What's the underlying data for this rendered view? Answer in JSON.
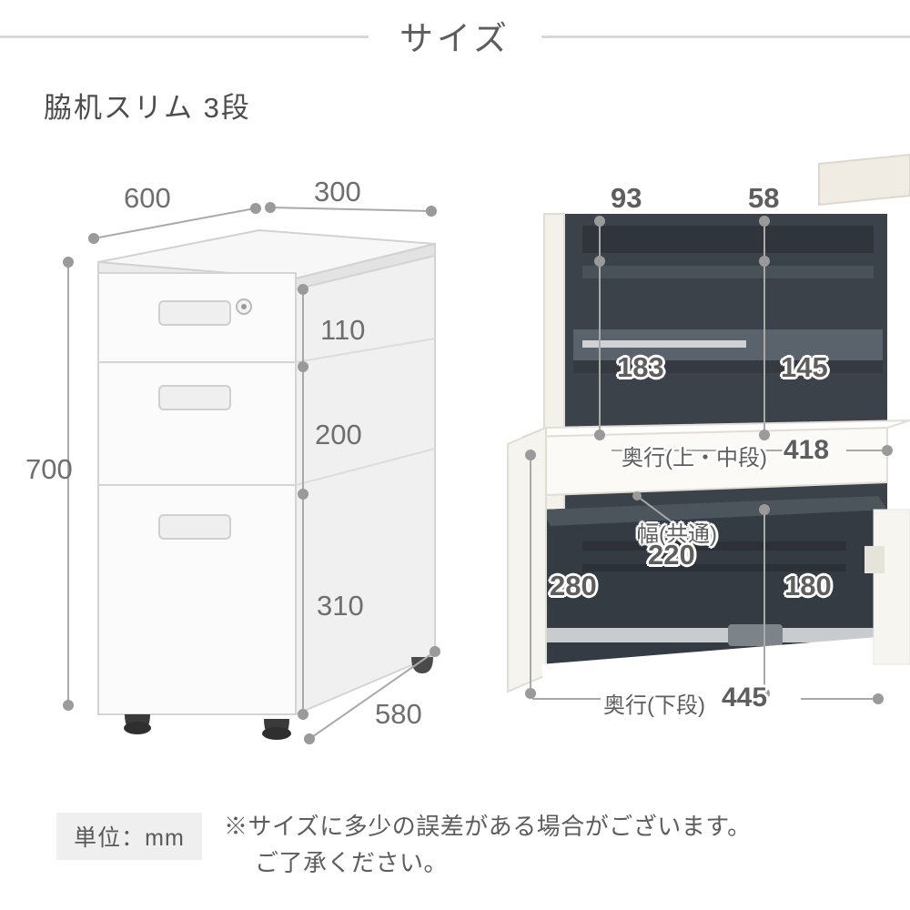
{
  "header": {
    "title": "サイズ"
  },
  "subtitle": "脇机スリム 3段",
  "left_diagram": {
    "name": "cabinet-dimension-diagram",
    "dims": {
      "width_top_left": "600",
      "depth_top_right": "300",
      "height_total": "700",
      "drawer1": "110",
      "drawer2": "200",
      "drawer3": "310",
      "depth_bottom": "580"
    }
  },
  "right_diagram": {
    "name": "drawer-interior-dimension-diagram",
    "dims": {
      "top_left": "93",
      "top_right": "58",
      "mid_left": "183",
      "mid_right": "145",
      "depth_upper_label": "奥行(上・中段)",
      "depth_upper_value": "418",
      "width_common_label": "幅(共通)",
      "width_common_value": "220",
      "bottom_left": "280",
      "bottom_right": "180",
      "depth_lower_label": "奥行(下段)",
      "depth_lower_value": "445"
    }
  },
  "footer": {
    "unit_label": "単位：mm",
    "note_line1": "※サイズに多少の誤差がある場合がございます。",
    "note_line2": "ご了承ください。"
  }
}
